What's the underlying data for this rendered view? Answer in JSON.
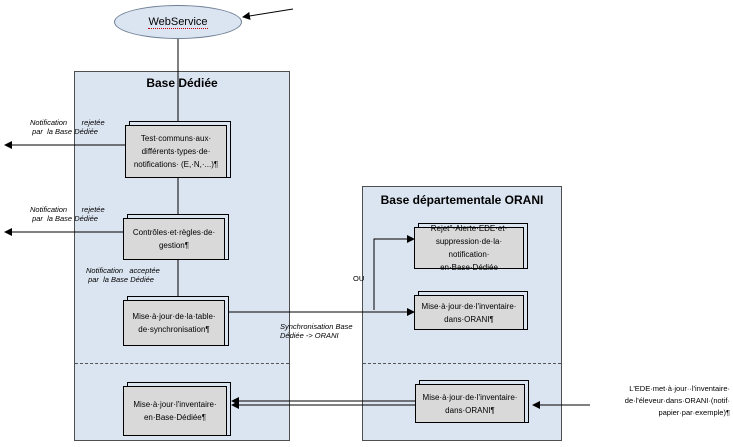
{
  "webservice": {
    "label": "WebService"
  },
  "base_dediee": {
    "title": "Base Dédiée",
    "box_tests": "Test·communs·aux· différents·types·de· notifications· (E,·N,·...)¶",
    "box_controles": "Contrôles·et·règles·de· gestion¶",
    "box_sync_table": "Mise·à·jour·de·la·table· de·synchronisation¶",
    "box_inventaire": "Mise·à·jour·l'inventaire· en·Base·Dédiée¶"
  },
  "base_orani": {
    "title": "Base départementale ORANI",
    "box_rejet": "Rejet°·Alerte·EDE·et· suppression·de·la· notification· en·Base·Dédiée",
    "box_maj_1": "Mise·à·jour·de·l'inventaire· dans·ORANI¶",
    "box_maj_2": "Mise·à·jour·de·l'inventaire· dans·ORANI¶"
  },
  "labels": {
    "notif_rejetee_1": "Notification       rejetée\n par  la Base Dédiée",
    "notif_rejetee_2": "Notification       rejetée\n par  la Base Dédiée",
    "notif_acceptee": "Notification   acceptée\n par  la Base Dédiée",
    "ou": "OU",
    "sync": "Synchronisation Base\nDédiée -> ORANI",
    "ede_note": "L'EDE·met·à·jour··l'inventaire· de·l'éleveur·dans·ORANI·(notif· papier·par·exemple)¶"
  }
}
